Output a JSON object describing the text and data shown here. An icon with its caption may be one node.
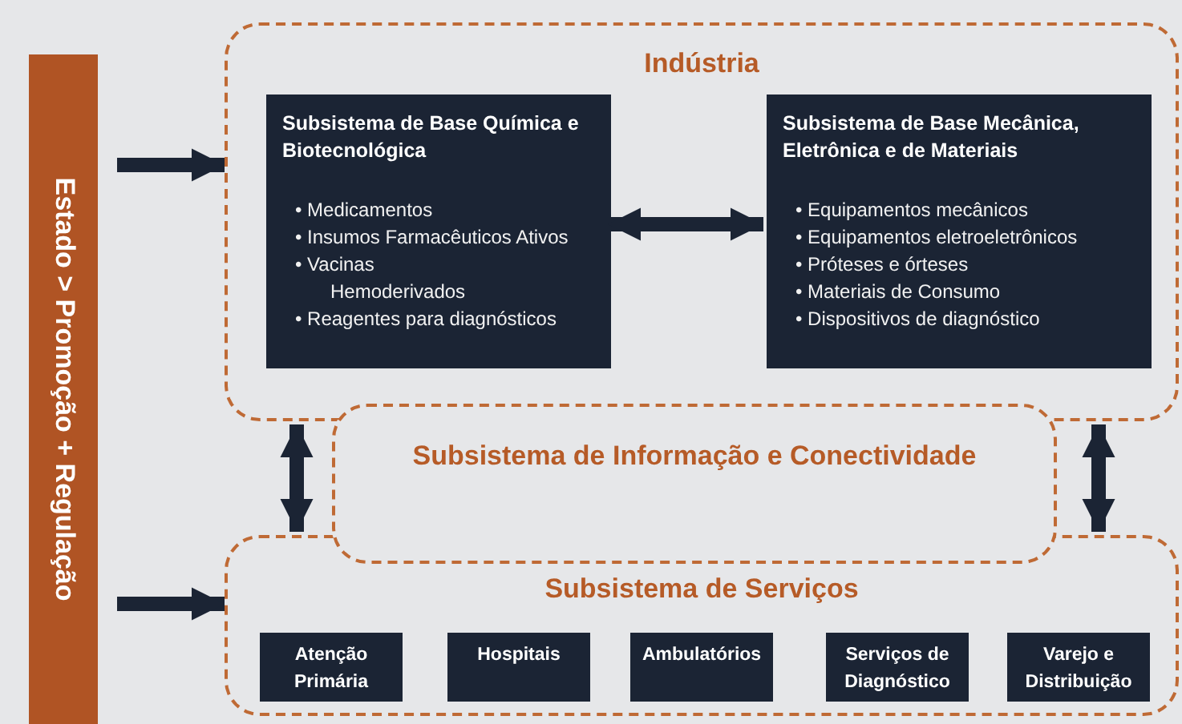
{
  "diagram": {
    "nodes": [
      {
        "text": [
          "Estado > Promoção + Regulação"
        ]
      },
      {
        "text": [
          "Indústria"
        ]
      },
      {
        "text": [
          "Subsistema de Base Química e Biotecnológica",
          "• Medicamentos",
          "• Insumos Farmacêuticos Ativos",
          "• Vacinas Hemoderivados",
          "• Reagentes para diagnósticos"
        ],
        "in": 1
      },
      {
        "text": [
          "Subsistema de Base Mecânica, Eletrônica e de Materiais",
          "• Equipamentos mecânicos",
          "• Equipamentos eletroeletrônicos",
          "• Próteses e órteses",
          "• Materiais de Consumo",
          "• Dispositivos de diagnóstico"
        ],
        "in": 1
      },
      {
        "text": [
          "Subsistema de Informação e Conectividade"
        ]
      },
      {
        "text": [
          "Subsistema de Serviços"
        ]
      },
      {
        "text": [
          "Atenção Primária"
        ],
        "in": 5
      },
      {
        "text": [
          "Hospitais"
        ],
        "in": 5
      },
      {
        "text": [
          "Ambulatórios"
        ],
        "in": 5
      },
      {
        "text": [
          "Serviços de Diagnóstico"
        ],
        "in": 5
      },
      {
        "text": [
          "Varejo e Distribuição"
        ],
        "in": 5
      }
    ],
    "edges": [
      {
        "from": 0,
        "to": 1,
        "arrow": "to"
      },
      {
        "from": 2,
        "to": 3,
        "arrow": "both"
      },
      {
        "from": 1,
        "to": 5,
        "arrow": "both"
      },
      {
        "from": 1,
        "to": 5,
        "arrow": "both"
      },
      {
        "from": 0,
        "to": 5,
        "arrow": "to"
      }
    ]
  }
}
